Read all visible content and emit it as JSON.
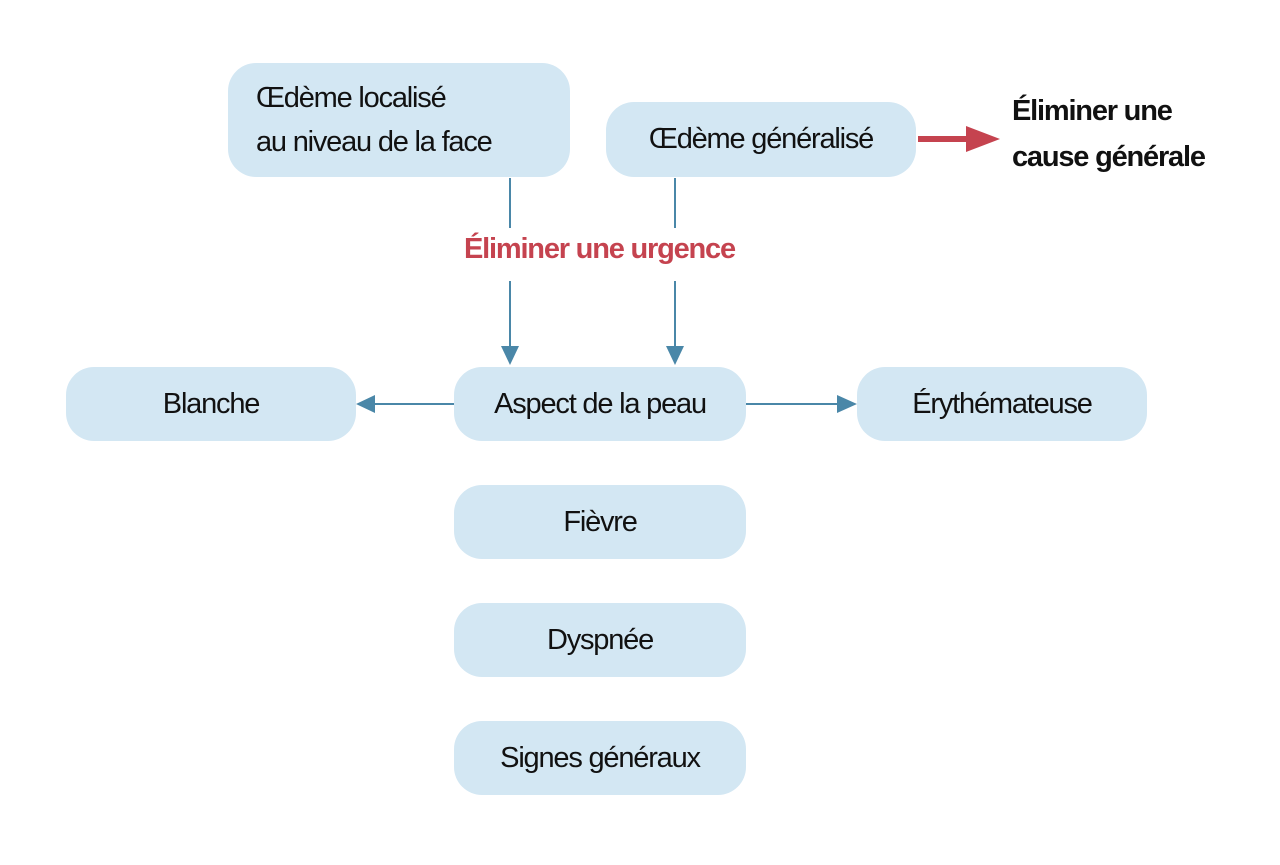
{
  "colors": {
    "box_fill": "#d3e7f3",
    "connector": "#4a87a8",
    "alert_red": "#c5434f",
    "text": "#111111"
  },
  "nodes": {
    "oedeme_localise": {
      "line1": "Œdème localisé",
      "line2": "au niveau de la face"
    },
    "oedeme_generalise": {
      "label": "Œdème généralisé"
    },
    "aspect_peau": {
      "label": "Aspect de la peau"
    },
    "blanche": {
      "label": "Blanche"
    },
    "erythemateuse": {
      "label": "Érythémateuse"
    },
    "fievre": {
      "label": "Fièvre"
    },
    "dyspnee": {
      "label": "Dyspnée"
    },
    "signes_generaux": {
      "label": "Signes généraux"
    }
  },
  "labels": {
    "eliminer_urgence": "Éliminer une urgence",
    "eliminer_cause_line1": "Éliminer une",
    "eliminer_cause_line2": "cause générale"
  },
  "edges": [
    {
      "from": "Œdème localisé au niveau de la face",
      "to": "Aspect de la peau",
      "label": "Éliminer une urgence"
    },
    {
      "from": "Œdème généralisé",
      "to": "Aspect de la peau",
      "label": "Éliminer une urgence"
    },
    {
      "from": "Œdème généralisé",
      "to": "Éliminer une cause générale"
    },
    {
      "from": "Aspect de la peau",
      "to": "Blanche"
    },
    {
      "from": "Aspect de la peau",
      "to": "Érythémateuse"
    }
  ]
}
